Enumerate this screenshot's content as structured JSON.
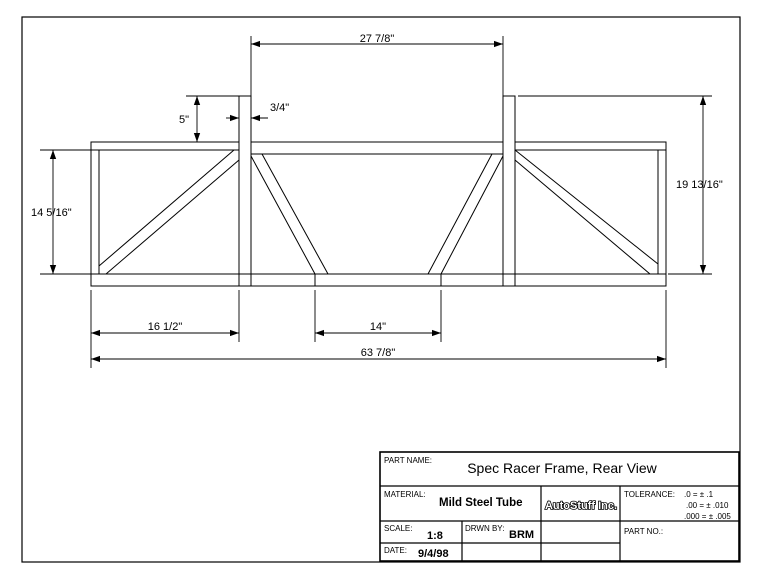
{
  "dimensions": {
    "top_width": "27 7/8\"",
    "post_height": "5\"",
    "post_width": "3/4\"",
    "left_height": "14 5/16\"",
    "right_height": "19  13/16\"",
    "left_bay_width": "16  1/2\"",
    "bottom_center_width": "14\"",
    "overall_width": "63 7/8\""
  },
  "title_block": {
    "part_name_label": "PART NAME:",
    "part_name": "Spec Racer Frame, Rear View",
    "material_label": "MATERIAL:",
    "material": "Mild Steel Tube",
    "company": "AutoStuff Inc.",
    "tolerance_label": "TOLERANCE:",
    "tolerance_1": ".0 = ± .1",
    "tolerance_2": ".00 = ± .010",
    "tolerance_3": ".000 = ± .005",
    "scale_label": "SCALE:",
    "scale": "1:8",
    "drawn_by_label": "DRWN BY:",
    "drawn_by": "BRM",
    "part_no_label": "PART NO.:",
    "date_label": "DATE:",
    "date": "9/4/98"
  }
}
